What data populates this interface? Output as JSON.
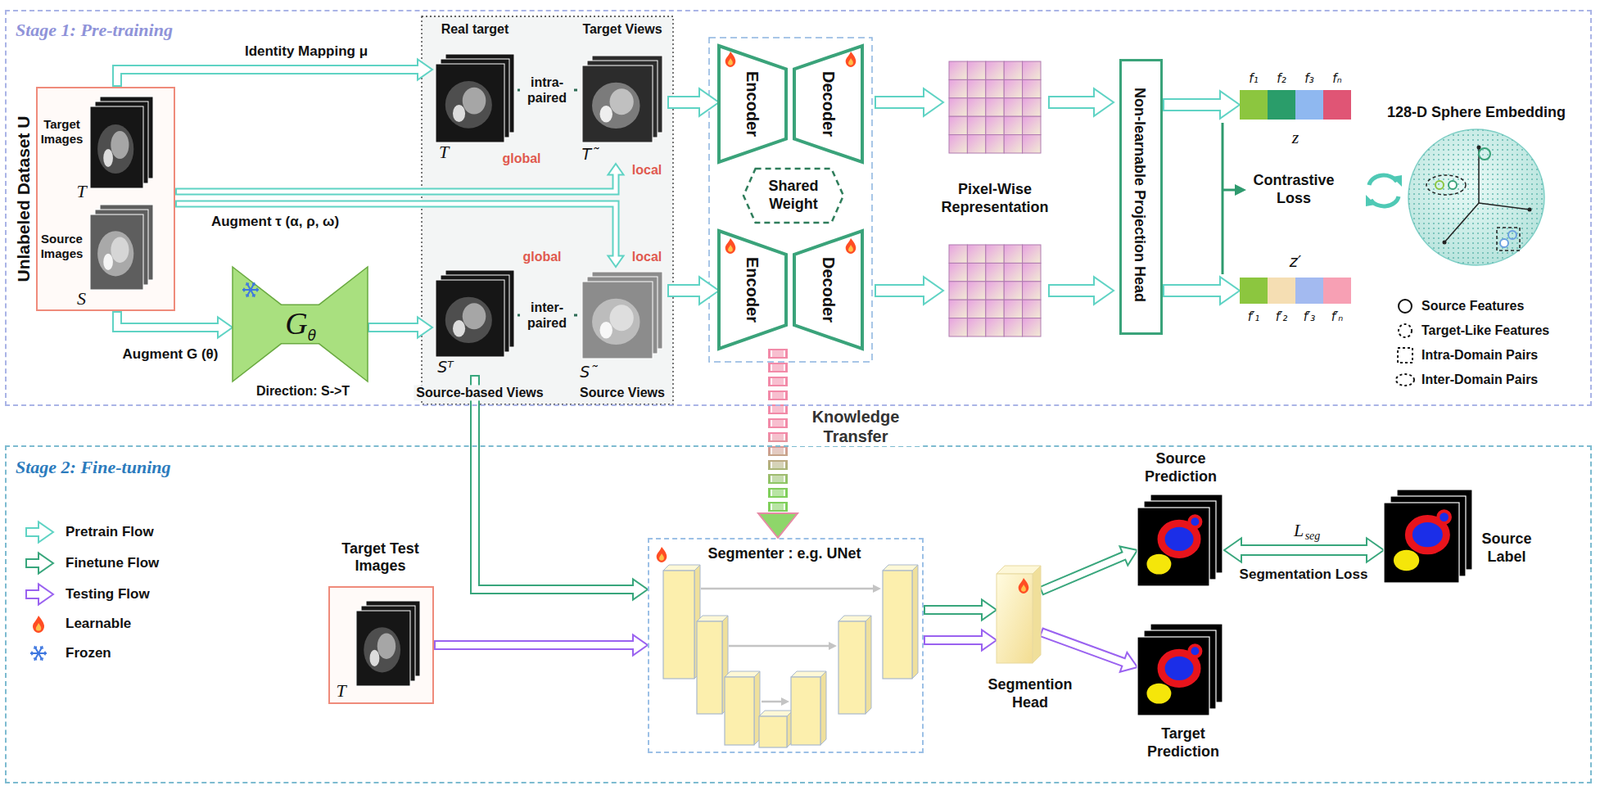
{
  "diagram": {
    "nodes": [
      {
        "text": [
          "Stage 1: Pre-training"
        ]
      },
      {
        "text": [
          "Unlabeled Dataset U",
          "Target Images",
          "T",
          "Source Images",
          "S"
        ],
        "in": 0
      },
      {
        "text": [
          "G",
          "θ",
          "Direction: S->T"
        ],
        "in": 0
      },
      {
        "text": [
          "Real target",
          "T"
        ],
        "in": 0
      },
      {
        "text": [
          "Target Views",
          "T˜"
        ],
        "in": 0
      },
      {
        "text": [
          "Sᵀ"
        ],
        "in": 0
      },
      {
        "text": [
          "S˜",
          "Source Views"
        ],
        "in": 0
      },
      {
        "text": [
          "Encoder"
        ],
        "in": 0
      },
      {
        "text": [
          "Decoder"
        ],
        "in": 0
      },
      {
        "text": [
          "Shared Weight"
        ],
        "in": 0
      },
      {
        "text": [
          "Encoder"
        ],
        "in": 0
      },
      {
        "text": [
          "Decoder"
        ],
        "in": 0
      },
      {
        "text": [
          "Non-learnable Projection Head"
        ],
        "in": 0
      },
      {
        "text": [
          "f₁",
          "f₂",
          "f₃",
          "fₙ",
          "z"
        ],
        "in": 0
      },
      {
        "text": [
          "z′",
          "f′₁",
          "f′₂",
          "f′₃",
          "f′ₙ"
        ],
        "in": 0
      },
      {
        "text": [
          "128-D Sphere Embedding"
        ],
        "in": 0
      },
      {
        "text": [
          "Stage 2: Fine-tuning"
        ]
      },
      {
        "text": [
          "Target Test Images",
          "T"
        ],
        "in": 16
      },
      {
        "text": [
          "Segmenter : e.g. UNet"
        ],
        "in": 16
      },
      {
        "text": [
          "Segmention Head"
        ],
        "in": 16
      },
      {
        "text": [
          "Source Prediction"
        ],
        "in": 16
      },
      {
        "text": [
          "Target Prediction"
        ],
        "in": 16
      },
      {
        "text": [
          "Source Label"
        ],
        "in": 16
      }
    ],
    "edges": [
      {
        "from": 1,
        "to": 3,
        "arrow": "to",
        "label": "Identity Mapping μ"
      },
      {
        "from": 1,
        "to": 4,
        "arrow": "to"
      },
      {
        "from": 1,
        "to": 6,
        "arrow": "to",
        "label": "Augment τ (α, ρ, ω)"
      },
      {
        "from": 1,
        "to": 2,
        "arrow": "to",
        "label": "Augment G (θ)"
      },
      {
        "from": 2,
        "to": 5,
        "arrow": "to"
      },
      {
        "from": 3,
        "to": 4,
        "arrow": "none",
        "label": "intra- paired"
      },
      {
        "from": 5,
        "to": 6,
        "arrow": "none",
        "label": "inter- paired"
      },
      {
        "from": 4,
        "to": 7,
        "arrow": "to"
      },
      {
        "from": 6,
        "to": 10,
        "arrow": "to"
      },
      {
        "from": 12,
        "to": 13,
        "arrow": "to"
      },
      {
        "from": 12,
        "to": 14,
        "arrow": "to"
      },
      {
        "from": 10,
        "to": 18,
        "arrow": "to",
        "label": "Knowledge Transfer"
      },
      {
        "from": 5,
        "to": 18,
        "arrow": "to"
      },
      {
        "from": 17,
        "to": 18,
        "arrow": "to"
      },
      {
        "from": 18,
        "to": 19,
        "arrow": "to"
      },
      {
        "from": 18,
        "to": 19,
        "arrow": "to"
      },
      {
        "from": 19,
        "to": 20,
        "arrow": "to"
      },
      {
        "from": 19,
        "to": 21,
        "arrow": "to"
      },
      {
        "from": 20,
        "to": 22,
        "arrow": "both",
        "label": "Segmentation Loss"
      }
    ],
    "labels": [
      "global",
      "local",
      "global",
      "local",
      "Source-based Views",
      "Pixel-Wise Representation",
      "Contrastive Loss",
      "L",
      "seg"
    ],
    "legend": [
      {
        "text": "Source Features"
      },
      {
        "text": "Target-Like Features"
      },
      {
        "text": "Intra-Domain Pairs"
      },
      {
        "text": "Inter-Domain Pairs"
      },
      {
        "text": "Pretrain Flow"
      },
      {
        "text": "Finetune Flow"
      },
      {
        "text": "Testing Flow"
      },
      {
        "text": "Learnable"
      },
      {
        "text": "Frozen"
      }
    ]
  }
}
